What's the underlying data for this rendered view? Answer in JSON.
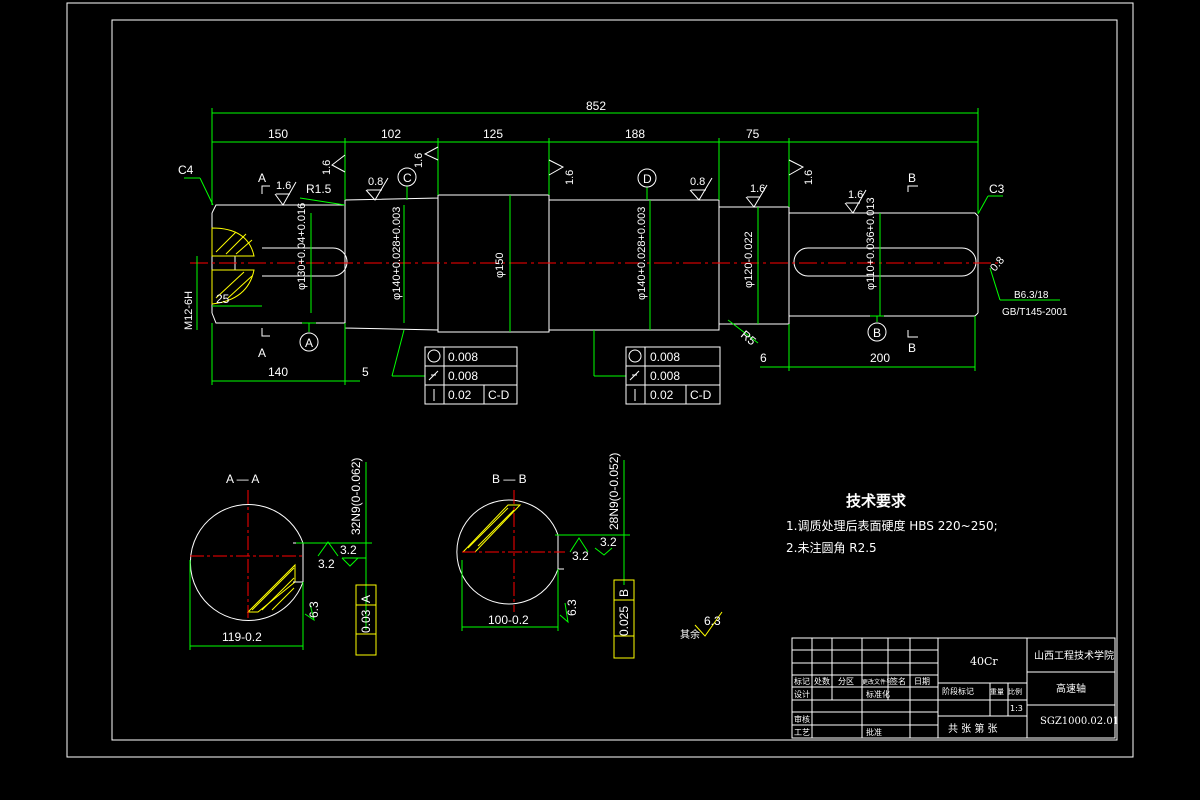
{
  "dims": {
    "overall": "852",
    "seg1": "150",
    "seg2": "102",
    "seg3": "125",
    "seg4": "188",
    "seg5": "75",
    "d1": "φ130+0.04+0.016",
    "d2": "φ140+0.028+0.003",
    "d3": "φ150",
    "d4": "φ140+0.028+0.003",
    "d5": "φ120-0.022",
    "d6": "φ110+0.036+0.013",
    "thread": "M12-6H",
    "depth25": "25",
    "key1_len": "140",
    "key1_off": "5",
    "key2_len": "200",
    "key2_off": "6",
    "r15": "R1.5",
    "r5": "R5",
    "c4": "C4",
    "c3": "C3",
    "center_hole": "B6.3/18",
    "center_std": "GB/T145-2001",
    "ra16": "1.6",
    "ra08": "0.8",
    "ra32": "3.2",
    "ra63": "6.3",
    "ra_center": "0.8"
  },
  "datums": {
    "a": "A",
    "b": "B",
    "c": "C",
    "d": "D"
  },
  "tolerance_frames": [
    {
      "rows": [
        {
          "val": "0.008"
        },
        {
          "val": "0.008"
        },
        {
          "val": "0.02",
          "ref": "C-D"
        }
      ]
    },
    {
      "rows": [
        {
          "val": "0.008"
        },
        {
          "val": "0.008"
        },
        {
          "val": "0.02",
          "ref": "C-D"
        }
      ]
    }
  ],
  "section_a": {
    "title": "A — A",
    "keyway": "32N9(0-0.062)",
    "depth": "119-0.2",
    "sym_val": "0.03",
    "sym_ref": "A"
  },
  "section_b": {
    "title": "B — B",
    "keyway": "28N9(0-0.052)",
    "depth": "100-0.2",
    "sym_val": "0.025",
    "sym_ref": "B"
  },
  "tech": {
    "heading": "技术要求",
    "req1": "1.调质处理后表面硬度 HBS 220~250;",
    "req2": "2.未注圆角 R2.5"
  },
  "remaining": "其余",
  "title_block": {
    "material": "40Cr",
    "school": "山西工程技术学院",
    "part": "高速轴",
    "drawing_no": "SGZ1000.02.01",
    "scale": "1:3",
    "hdr_mark": "标记",
    "hdr_count": "处数",
    "hdr_zone": "分区",
    "hdr_change": "更改文件号",
    "hdr_sign": "签名",
    "hdr_date": "日期",
    "design": "设计",
    "standard": "标准化",
    "stage": "阶段标记",
    "weight": "重量",
    "ratio": "比例",
    "review": "审核",
    "craft": "工艺",
    "approve": "批准",
    "sheets": "共 张 第 张"
  }
}
